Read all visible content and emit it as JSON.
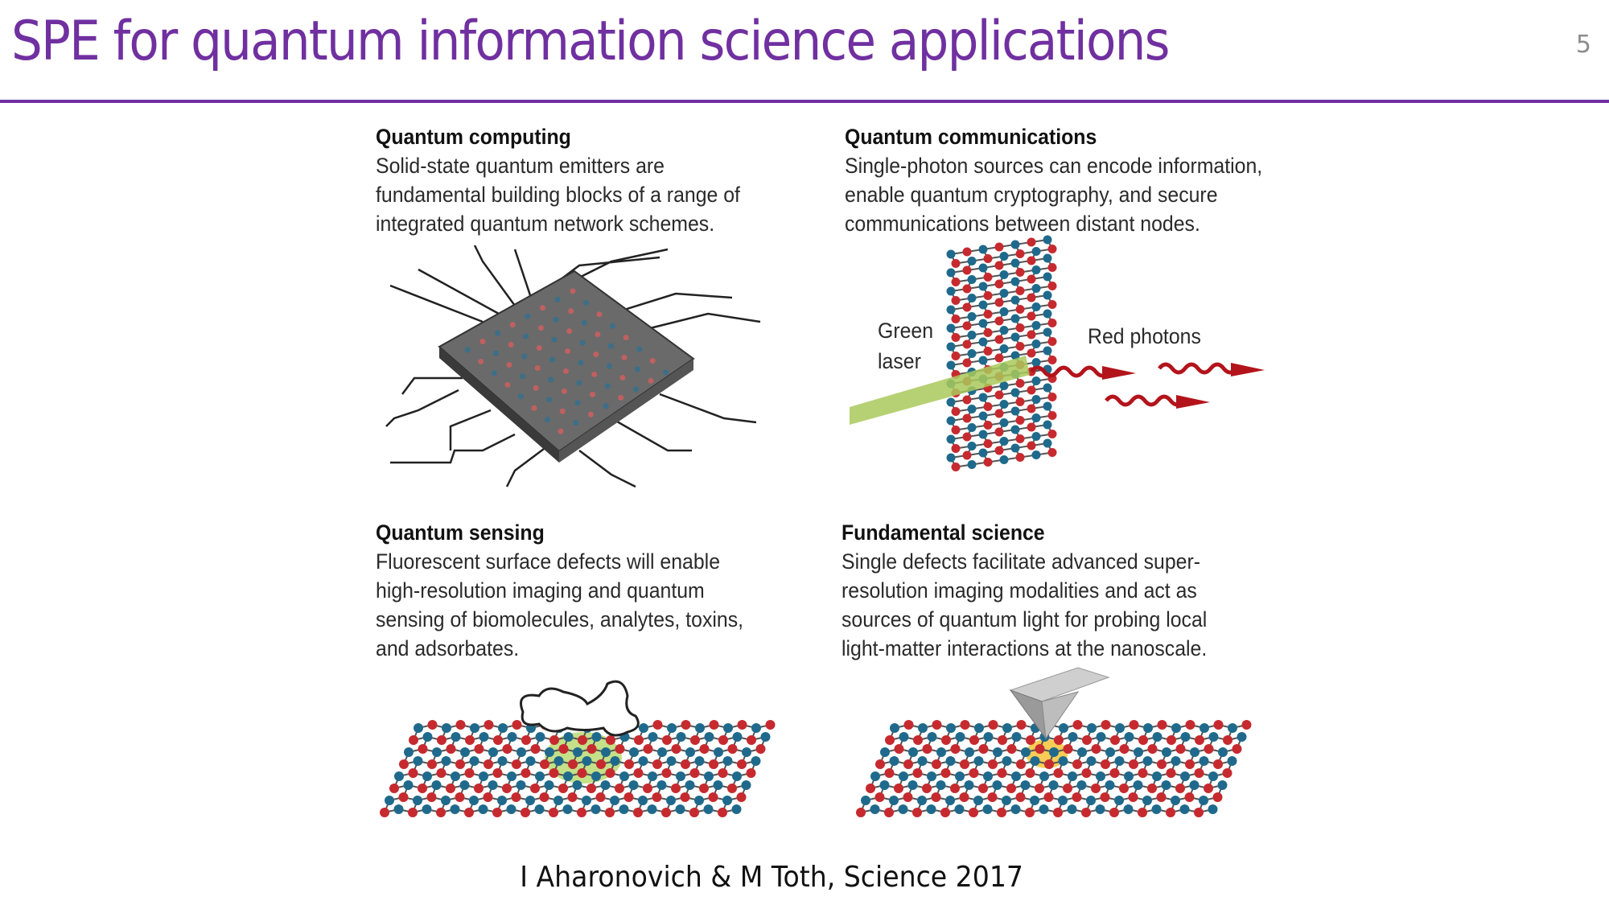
{
  "slide": {
    "title": "SPE for quantum information science applications",
    "page_number": "5",
    "citation": "I Aharonovich & M Toth, Science 2017"
  },
  "panels": [
    {
      "heading": "Quantum computing",
      "lines": [
        "Solid-state quantum emitters are",
        "fundamental building blocks of a range of",
        "integrated quantum network schemes."
      ]
    },
    {
      "heading": "Quantum communications",
      "lines": [
        "Single-photon sources can encode information,",
        "enable quantum cryptography, and secure",
        "communications between distant nodes."
      ]
    },
    {
      "heading": "Quantum sensing",
      "lines": [
        "Fluorescent surface defects will enable",
        "high-resolution imaging and quantum",
        "sensing of biomolecules, analytes, toxins,",
        "and adsorbates."
      ]
    },
    {
      "heading": "Fundamental science",
      "lines": [
        "Single defects facilitate advanced super-",
        "resolution imaging modalities and act as",
        "sources of quantum light for probing local",
        "light-matter interactions at the nanoscale."
      ]
    }
  ],
  "figure_labels": {
    "green_laser_1": "Green",
    "green_laser_2": "laser",
    "red_photons": "Red photons"
  },
  "colors": {
    "accent": "#7030a0",
    "atom_red": "#c62a2f",
    "atom_blue": "#1f6a8c",
    "laser": "#a9c95a",
    "photon": "#b3141b"
  }
}
